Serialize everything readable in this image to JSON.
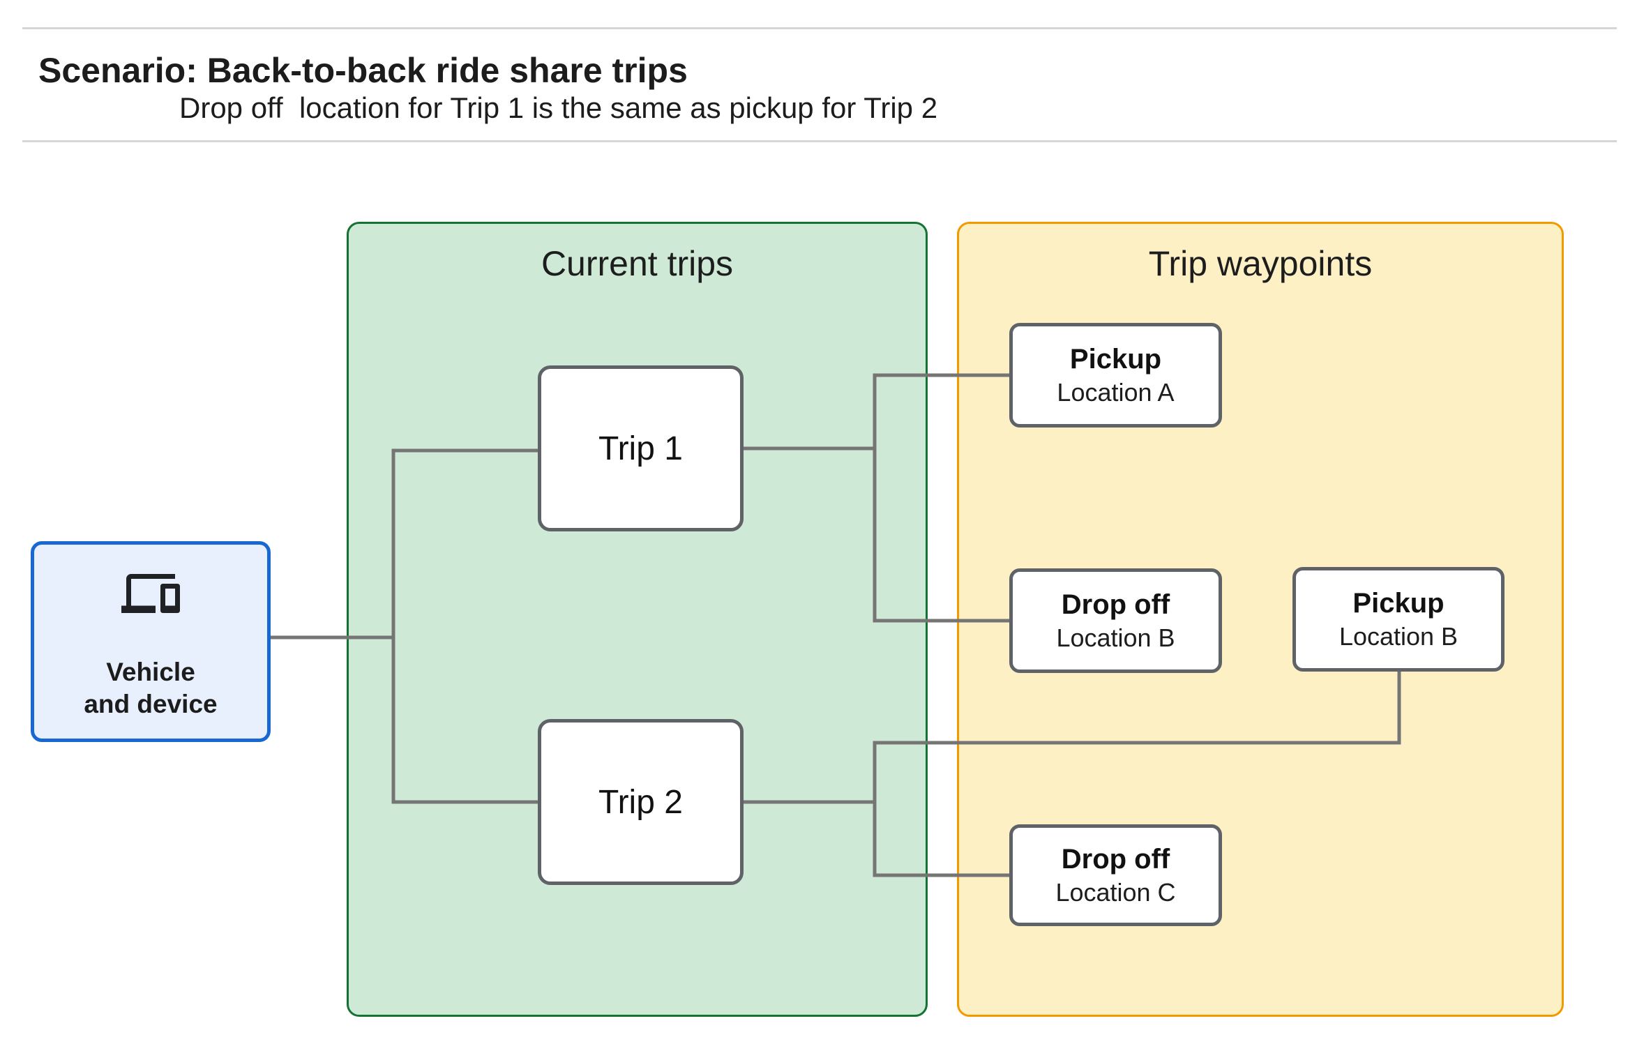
{
  "header": {
    "title": "Scenario: Back-to-back ride share trips",
    "subtitle": "Drop off  location for Trip 1 is the same as pickup for Trip 2"
  },
  "vehicle_node": {
    "icon": "devices-icon",
    "line1": "Vehicle",
    "line2": "and device"
  },
  "current_trips_panel": {
    "title": "Current trips",
    "trips": [
      {
        "label": "Trip 1"
      },
      {
        "label": "Trip 2"
      }
    ]
  },
  "trip_waypoints_panel": {
    "title": "Trip waypoints",
    "waypoints": [
      {
        "type": "Pickup",
        "location": "Location A"
      },
      {
        "type": "Drop off",
        "location": "Location B"
      },
      {
        "type": "Pickup",
        "location": "Location B"
      },
      {
        "type": "Drop off",
        "location": "Location C"
      }
    ]
  },
  "colors": {
    "vehicle_fill": "#e8f0fe",
    "vehicle_border": "#1967d2",
    "current_trips_fill": "#ceead6",
    "current_trips_border": "#137333",
    "trip_waypoints_fill": "#fdf0c5",
    "trip_waypoints_border": "#f29900",
    "connector": "#757575",
    "node_border": "#5f6368",
    "text": "#202124",
    "divider": "#d6d6d6"
  }
}
